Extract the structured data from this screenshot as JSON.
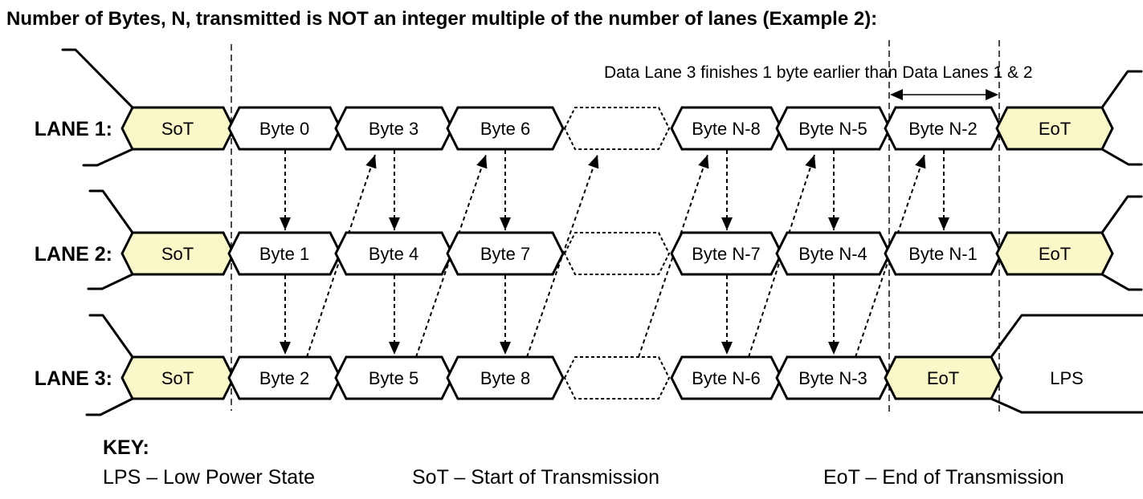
{
  "title": "Number of Bytes, N, transmitted is NOT an integer multiple of the number of lanes (Example 2):",
  "annotation": "Data Lane 3 finishes 1 byte earlier than Data Lanes 1 & 2",
  "lanes": [
    {
      "label": "LANE 1:",
      "segments": [
        "SoT",
        "Byte 0",
        "Byte 3",
        "Byte 6",
        "Byte N-8",
        "Byte N-5",
        "Byte N-2",
        "EoT"
      ]
    },
    {
      "label": "LANE 2:",
      "segments": [
        "SoT",
        "Byte 1",
        "Byte 4",
        "Byte 7",
        "Byte N-7",
        "Byte N-4",
        "Byte N-1",
        "EoT"
      ]
    },
    {
      "label": "LANE 3:",
      "segments": [
        "SoT",
        "Byte 2",
        "Byte 5",
        "Byte 8",
        "Byte N-6",
        "Byte N-3",
        "EoT",
        "LPS"
      ]
    }
  ],
  "key": {
    "heading": "KEY:",
    "entries": [
      "LPS – Low Power State",
      "SoT – Start of Transmission",
      "EoT – End of Transmission"
    ]
  },
  "colors": {
    "highlight": "#FAF7C8",
    "box_fill": "#FFFFFF",
    "line": "#000000"
  }
}
